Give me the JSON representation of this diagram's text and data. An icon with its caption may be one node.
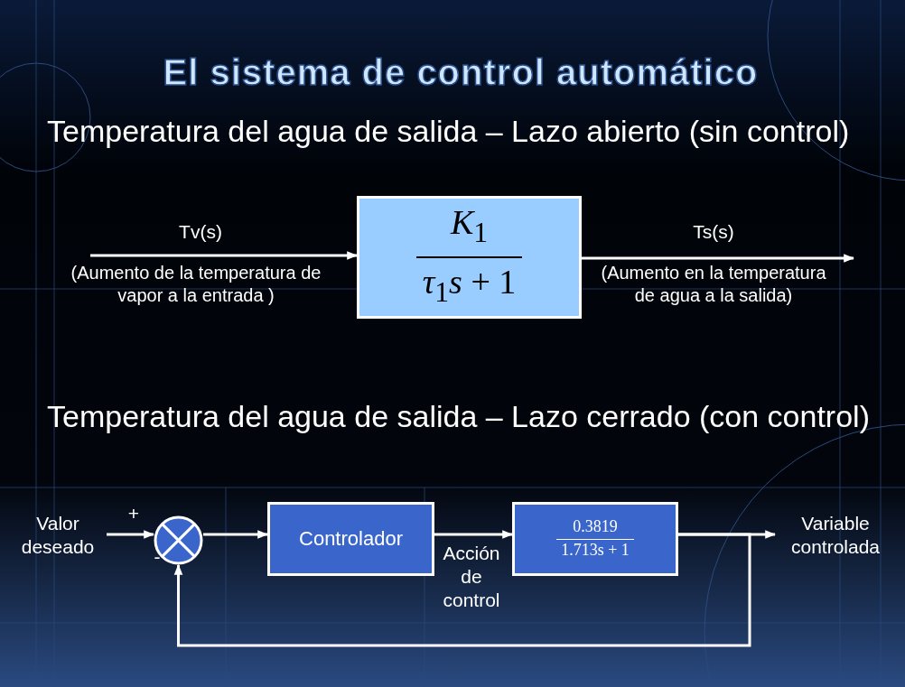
{
  "diagram": {
    "title": "El sistema de control automático",
    "nodes": [
      {
        "text": [
          "*K*$_{1}$",
          "*τ*$_{1}$*s* + 1"
        ]
      },
      {
        "text": [],
        "shape": "circle"
      },
      {
        "text": [
          "Controlador"
        ]
      },
      {
        "text": [
          "0.3819",
          "1.713s + 1"
        ]
      },
      {
        "text": [
          "Valor deseado"
        ]
      },
      {
        "text": [
          "Variable controlada"
        ]
      }
    ],
    "edges": [
      {
        "from": null,
        "to": 0,
        "arrow": "to",
        "label": "Tv(s)"
      },
      {
        "from": 0,
        "to": null,
        "arrow": "to",
        "label": "Ts(s)"
      },
      {
        "from": 4,
        "to": 1,
        "arrow": "to"
      },
      {
        "from": 1,
        "to": 2,
        "arrow": "to"
      },
      {
        "from": 2,
        "to": 3,
        "arrow": "to",
        "label": "Acción de control"
      },
      {
        "from": 3,
        "to": 5,
        "arrow": "to"
      },
      {
        "from": 3,
        "to": 1,
        "arrow": "to"
      }
    ],
    "labels": [
      "Temperatura del agua de salida – Lazo abierto (sin control)",
      "(Aumento de la temperatura de vapor a la entrada )",
      "(Aumento en la temperatura de agua a la salida)",
      "Temperatura del agua de salida – Lazo cerrado (con control)",
      "+",
      "-"
    ]
  }
}
